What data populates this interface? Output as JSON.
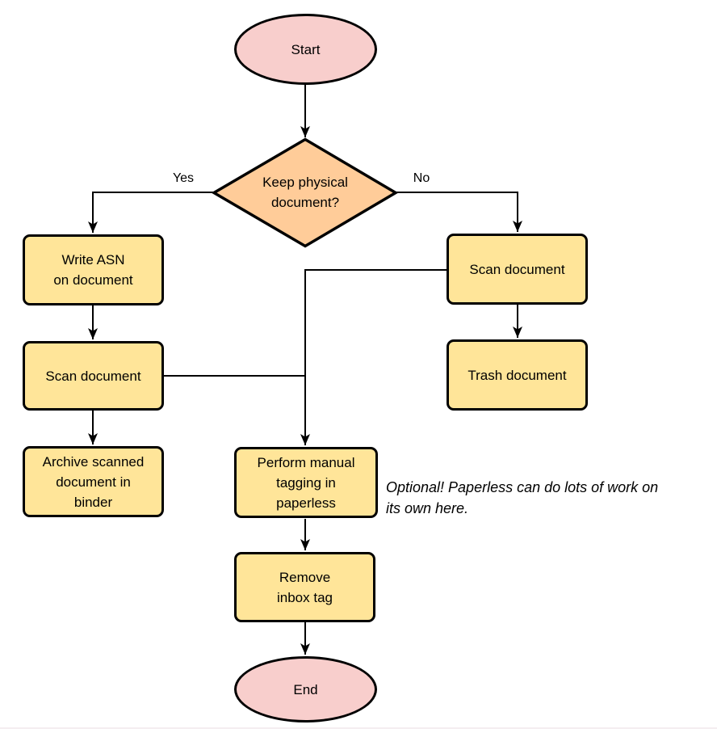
{
  "diagram": {
    "colors": {
      "background": "#FFFFFF",
      "terminal_fill": "#F8CECC",
      "decision_fill": "#FFCC99",
      "process_fill": "#FFE599",
      "stroke": "#000000"
    },
    "nodes": {
      "start": {
        "lines": [
          "Start"
        ]
      },
      "decision": {
        "lines": [
          "Keep physical",
          "document?"
        ]
      },
      "write_asn": {
        "lines": [
          "Write ASN",
          "on document"
        ]
      },
      "scan_left": {
        "lines": [
          "Scan document"
        ]
      },
      "archive": {
        "lines": [
          "Archive scanned",
          "document in",
          "binder"
        ]
      },
      "scan_right": {
        "lines": [
          "Scan document"
        ]
      },
      "trash": {
        "lines": [
          "Trash document"
        ]
      },
      "tagging": {
        "lines": [
          "Perform manual",
          "tagging in",
          "paperless"
        ]
      },
      "remove_inbox": {
        "lines": [
          "Remove",
          "inbox tag"
        ]
      },
      "end": {
        "lines": [
          "End"
        ]
      }
    },
    "edge_labels": {
      "yes": "Yes",
      "no": "No"
    },
    "annotation": {
      "lines": [
        "Optional! Paperless can do lots of work on",
        "its own here."
      ]
    }
  }
}
